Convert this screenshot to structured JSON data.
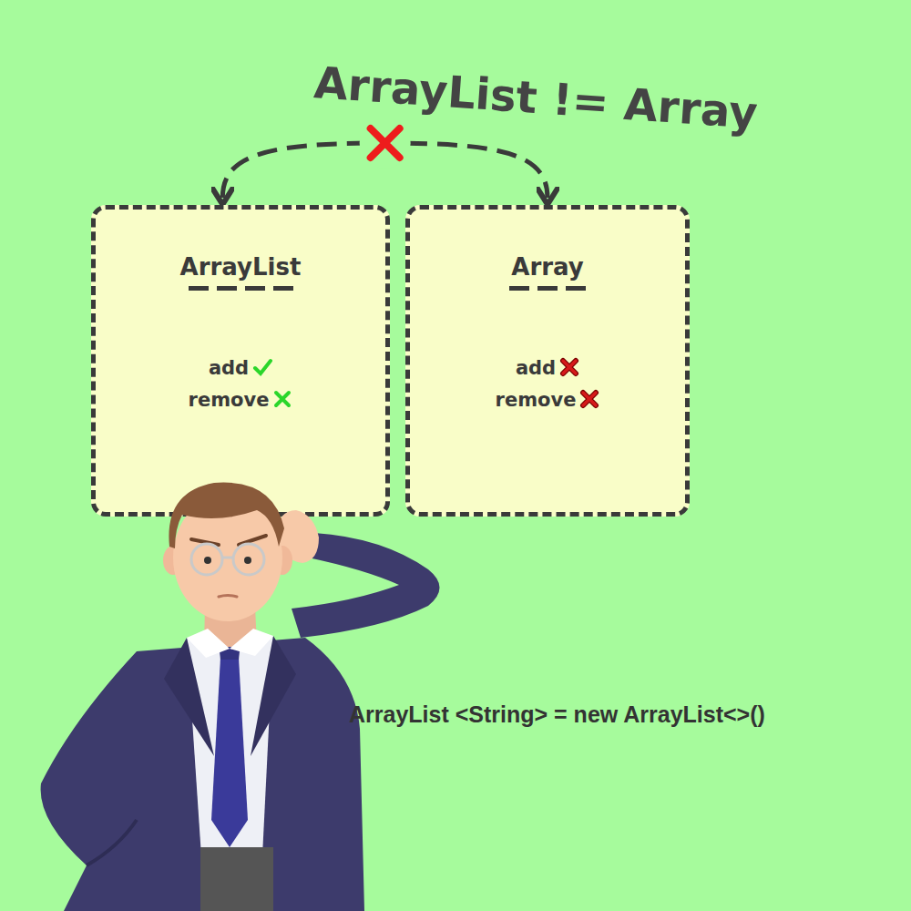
{
  "diagram": {
    "title": "ArrayList != Array",
    "nodes": [
      {
        "text": [
          "ArrayList",
          "add",
          "remove"
        ]
      },
      {
        "text": [
          "Array",
          "add",
          "remove"
        ]
      }
    ],
    "edges": [
      {
        "from": 0,
        "to": 1,
        "arrow": "both"
      }
    ],
    "labels": [
      "ArrayList <String> = new ArrayList<>()"
    ]
  }
}
